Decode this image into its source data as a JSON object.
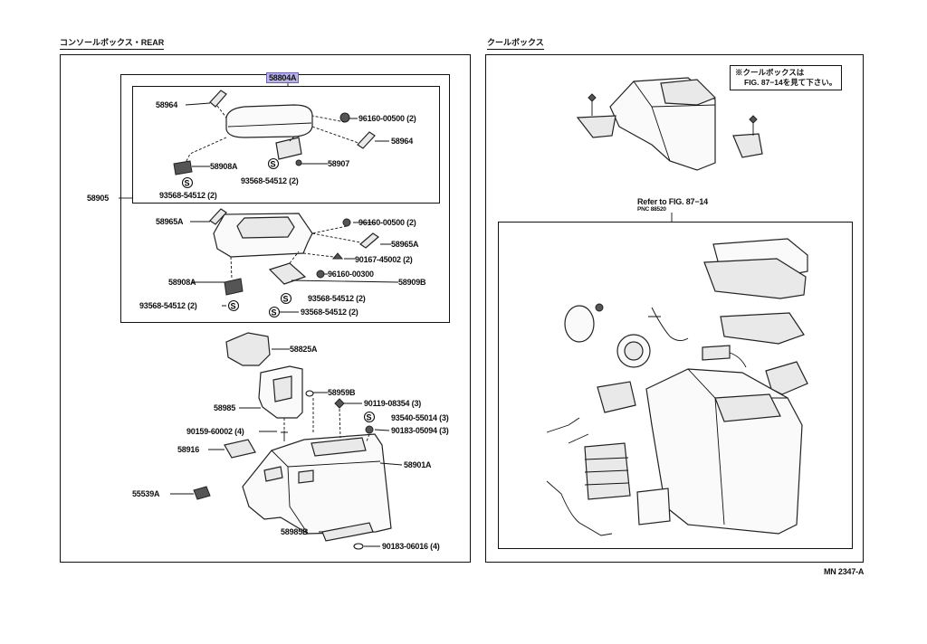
{
  "left_section": {
    "title": "コンソールボックス・REAR",
    "highlight_label": "58804A",
    "assembly_label": "58905",
    "labels": [
      {
        "id": "58964a",
        "text": "58964"
      },
      {
        "id": "96160a",
        "text": "96160-00500 (2)"
      },
      {
        "id": "58964b",
        "text": "58964"
      },
      {
        "id": "58908A_a",
        "text": "58908A"
      },
      {
        "id": "58907",
        "text": "58907"
      },
      {
        "id": "93568a",
        "text": "93568-54512 (2)"
      },
      {
        "id": "93568b",
        "text": "93568-54512 (2)"
      },
      {
        "id": "58965A_a",
        "text": "58965A"
      },
      {
        "id": "96160b",
        "text": "96160-00500 (2)"
      },
      {
        "id": "58965A_b",
        "text": "58965A"
      },
      {
        "id": "90167",
        "text": "90167-45002 (2)"
      },
      {
        "id": "58908A_b",
        "text": "58908A"
      },
      {
        "id": "96160c",
        "text": "96160-00300"
      },
      {
        "id": "58909B",
        "text": "58909B"
      },
      {
        "id": "93568c",
        "text": "93568-54512 (2)"
      },
      {
        "id": "93568d",
        "text": "93568-54512 (2)"
      },
      {
        "id": "93568e",
        "text": "93568-54512 (2)"
      },
      {
        "id": "58825A",
        "text": "58825A"
      },
      {
        "id": "58959B",
        "text": "58959B"
      },
      {
        "id": "58985",
        "text": "58985"
      },
      {
        "id": "90119",
        "text": "90119-08354 (3)"
      },
      {
        "id": "93540",
        "text": "93540-55014 (3)"
      },
      {
        "id": "90159",
        "text": "90159-60002 (4)"
      },
      {
        "id": "90183a",
        "text": "90183-05094 (3)"
      },
      {
        "id": "58916",
        "text": "58916"
      },
      {
        "id": "58901A",
        "text": "58901A"
      },
      {
        "id": "55539A",
        "text": "55539A"
      },
      {
        "id": "58985B",
        "text": "58985B"
      },
      {
        "id": "90183b",
        "text": "90183-06016 (4)"
      }
    ]
  },
  "right_section": {
    "title": "クールボックス",
    "note_line1": "※クールボックスは",
    "note_line2": "FIG. 87−14を見て下さい。",
    "refer_line1": "Refer to FIG. 87−14",
    "refer_line2": "PNC 88520"
  },
  "footer_code": "MN 2347-A",
  "symbol_s": "S"
}
